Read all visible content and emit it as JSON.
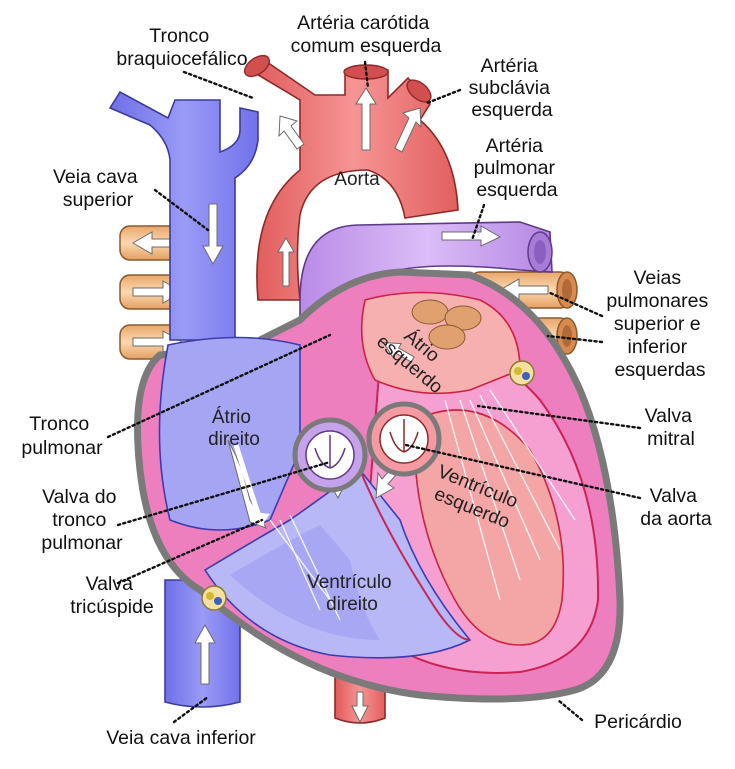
{
  "labels": {
    "tronco_braquiocefalico": [
      "Tronco",
      "braquiocefálico"
    ],
    "carotida": [
      "Artéria carótida",
      "comum esquerda"
    ],
    "subclavia": [
      "Artéria",
      "subclávia",
      "esquerda"
    ],
    "veia_cava_superior": [
      "Veia cava",
      "superior"
    ],
    "aorta": "Aorta",
    "arteria_pulmonar": [
      "Artéria",
      "pulmonar",
      "esquerda"
    ],
    "veias_pulmonares": [
      "Veias",
      "pulmonares",
      "superior e",
      "inferior",
      "esquerdas"
    ],
    "atrio_esquerdo": [
      "Átrio",
      "esquerdo"
    ],
    "tronco_pulmonar": [
      "Tronco",
      "pulmonar"
    ],
    "atrio_direito": [
      "Átrio",
      "direito"
    ],
    "valva_mitral": [
      "Valva",
      "mitral"
    ],
    "valva_tronco_pulmonar": [
      "Valva do",
      "tronco",
      "pulmonar"
    ],
    "ventriculo_esquerdo": [
      "Ventrículo",
      "esquerdo"
    ],
    "valva_aorta": [
      "Valva",
      "da aorta"
    ],
    "valva_tricuspide": [
      "Valva",
      "tricúspide"
    ],
    "ventriculo_direito": [
      "Ventrículo",
      "direito"
    ],
    "veia_cava_inferior": "Veia cava inferior",
    "pericardio": "Pericárdio"
  },
  "colors": {
    "vein_blue": "#8585f2",
    "artery_red": "#ec7272",
    "pulmonary_purple": "#c9a0ef",
    "pulmonary_vein_tan": "#f2c08e",
    "left_myocardium": "#f48bc8",
    "right_chamber": "#b3b3f6",
    "pericardium": "#8f8f8f"
  }
}
